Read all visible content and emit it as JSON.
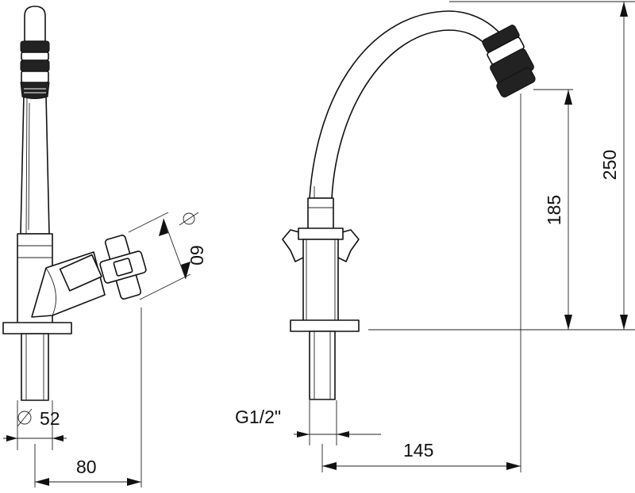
{
  "dimensions": {
    "d60": "60",
    "d52": "52",
    "d80": "80",
    "thread": "G1/2\"",
    "d145": "145",
    "d185": "185",
    "d250": "250"
  }
}
